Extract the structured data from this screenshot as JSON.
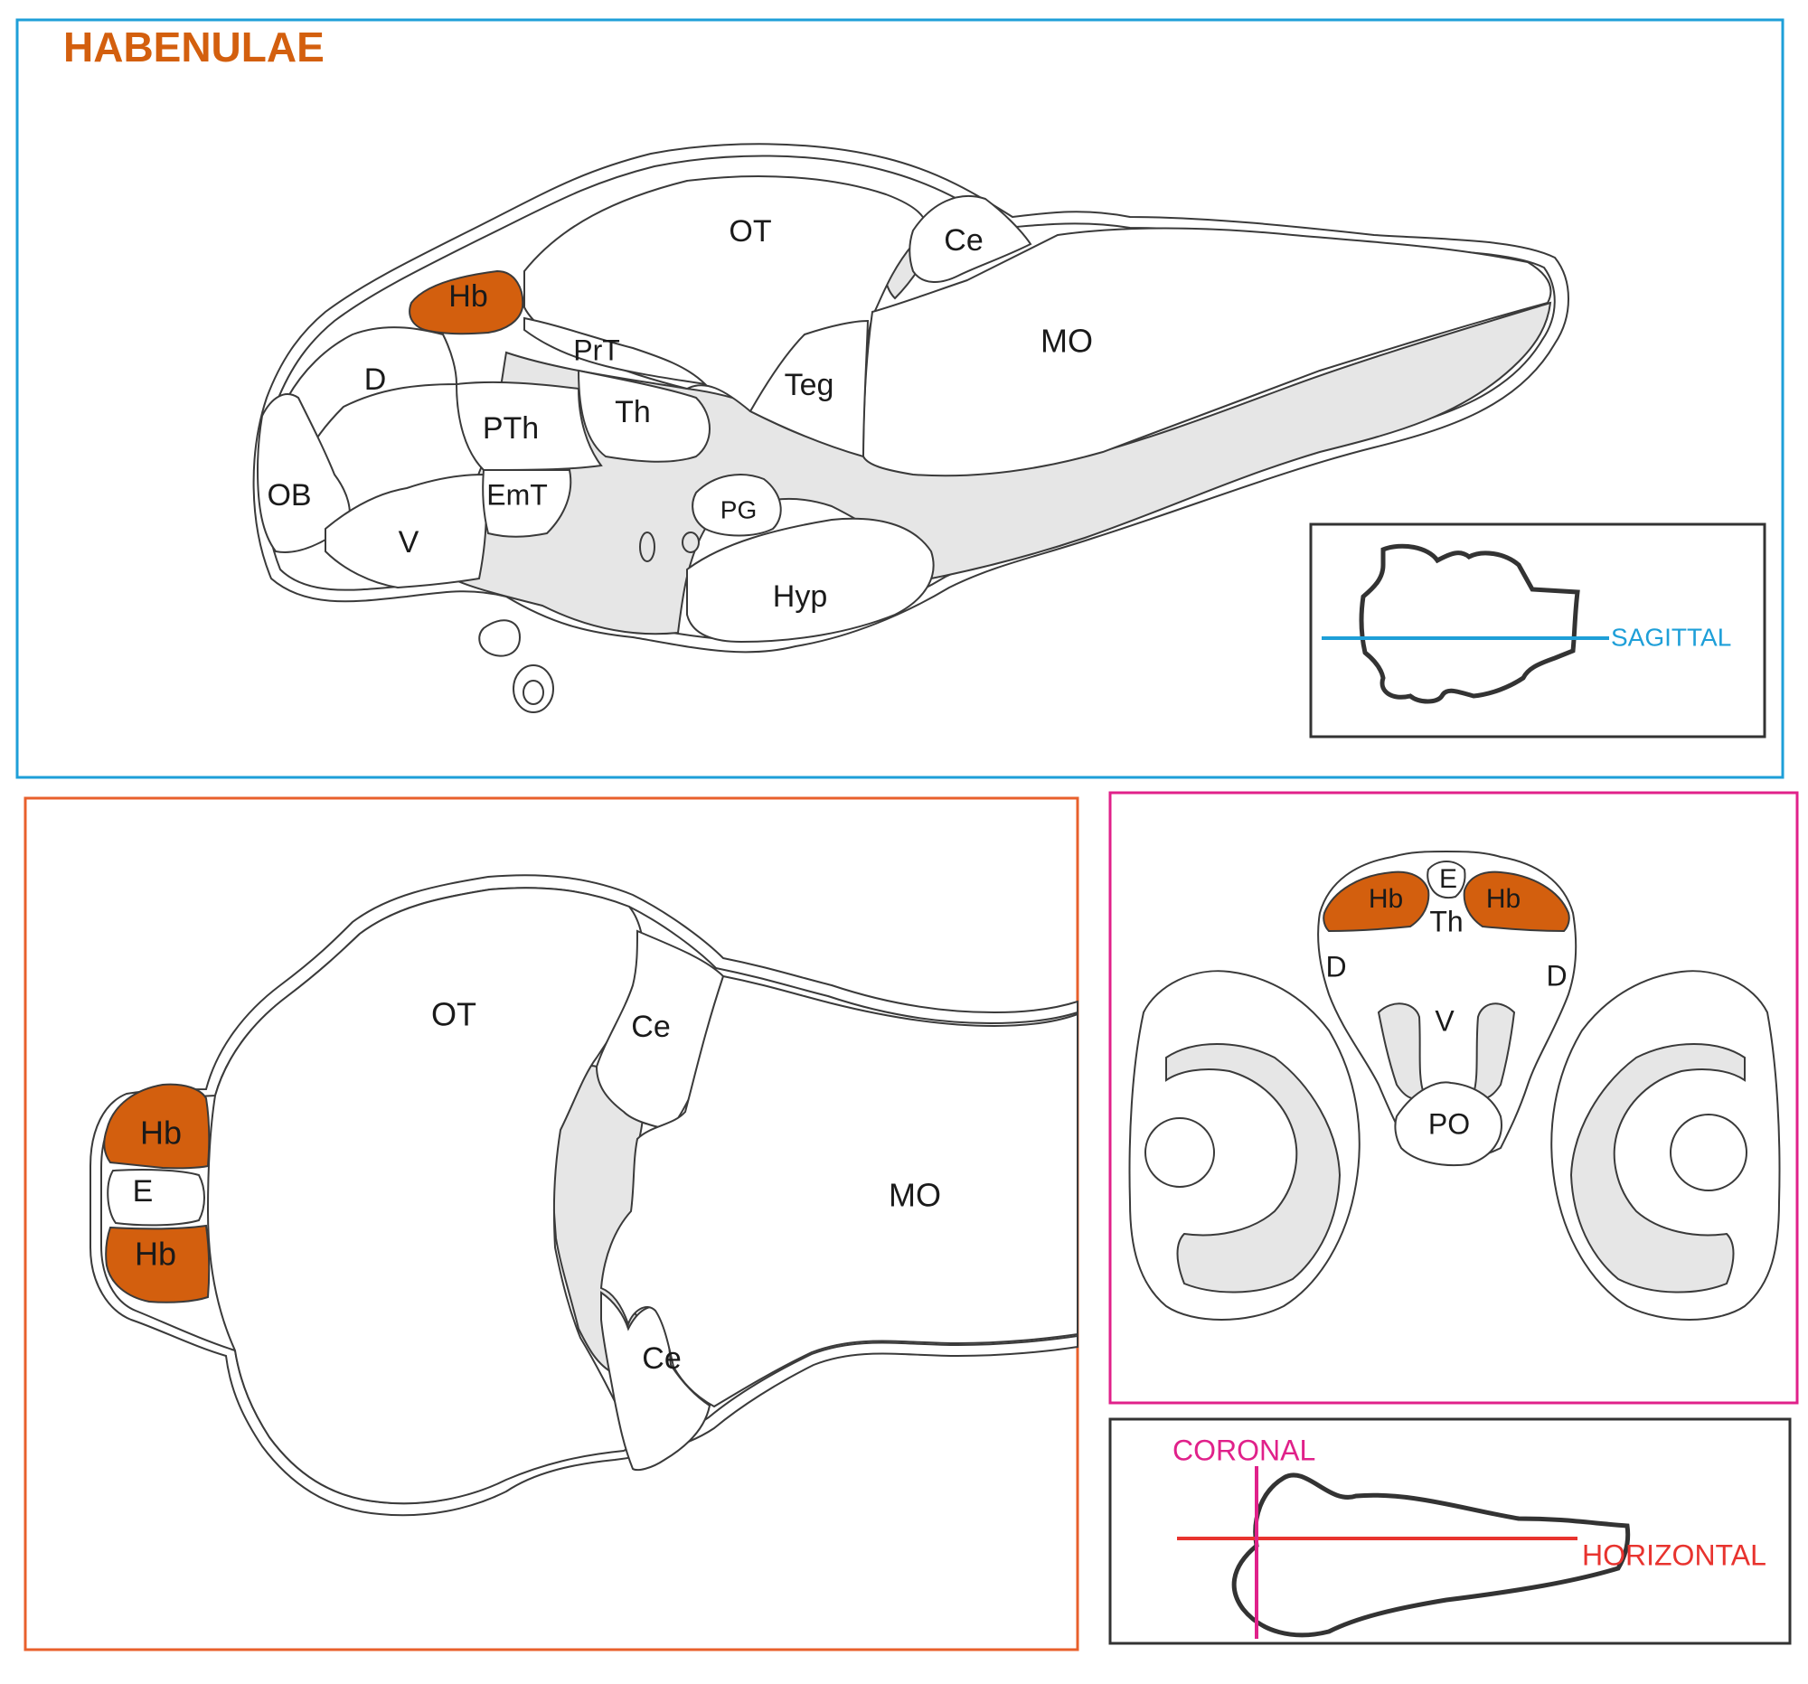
{
  "title": "HABENULAE",
  "colors": {
    "title": "#d35f0e",
    "highlight": "#d35f0e",
    "ventricle": "#e6e6e6",
    "sagittal_frame": "#1e9fd8",
    "horizontal_frame": "#e8602c",
    "coronal_frame": "#e0218a",
    "horizontal_line": "#e8332e"
  },
  "sagittal": {
    "labels": {
      "ot": "OT",
      "ce": "Ce",
      "hb": "Hb",
      "mo": "MO",
      "prt": "PrT",
      "d": "D",
      "teg": "Teg",
      "th": "Th",
      "pth": "PTh",
      "ob": "OB",
      "emt": "EmT",
      "pg": "PG",
      "v": "V",
      "hyp": "Hyp"
    },
    "inset_label": "SAGITTAL"
  },
  "horizontal": {
    "labels": {
      "ot": "OT",
      "ce_top": "Ce",
      "hb_top": "Hb",
      "e": "E",
      "hb_bottom": "Hb",
      "mo": "MO",
      "ce_bottom": "Ce"
    }
  },
  "coronal": {
    "labels": {
      "e": "E",
      "hb_left": "Hb",
      "hb_right": "Hb",
      "th": "Th",
      "d_left": "D",
      "d_right": "D",
      "v": "V",
      "po": "PO"
    }
  },
  "inset2": {
    "coronal_label": "CORONAL",
    "horizontal_label": "HORIZONTAL"
  }
}
